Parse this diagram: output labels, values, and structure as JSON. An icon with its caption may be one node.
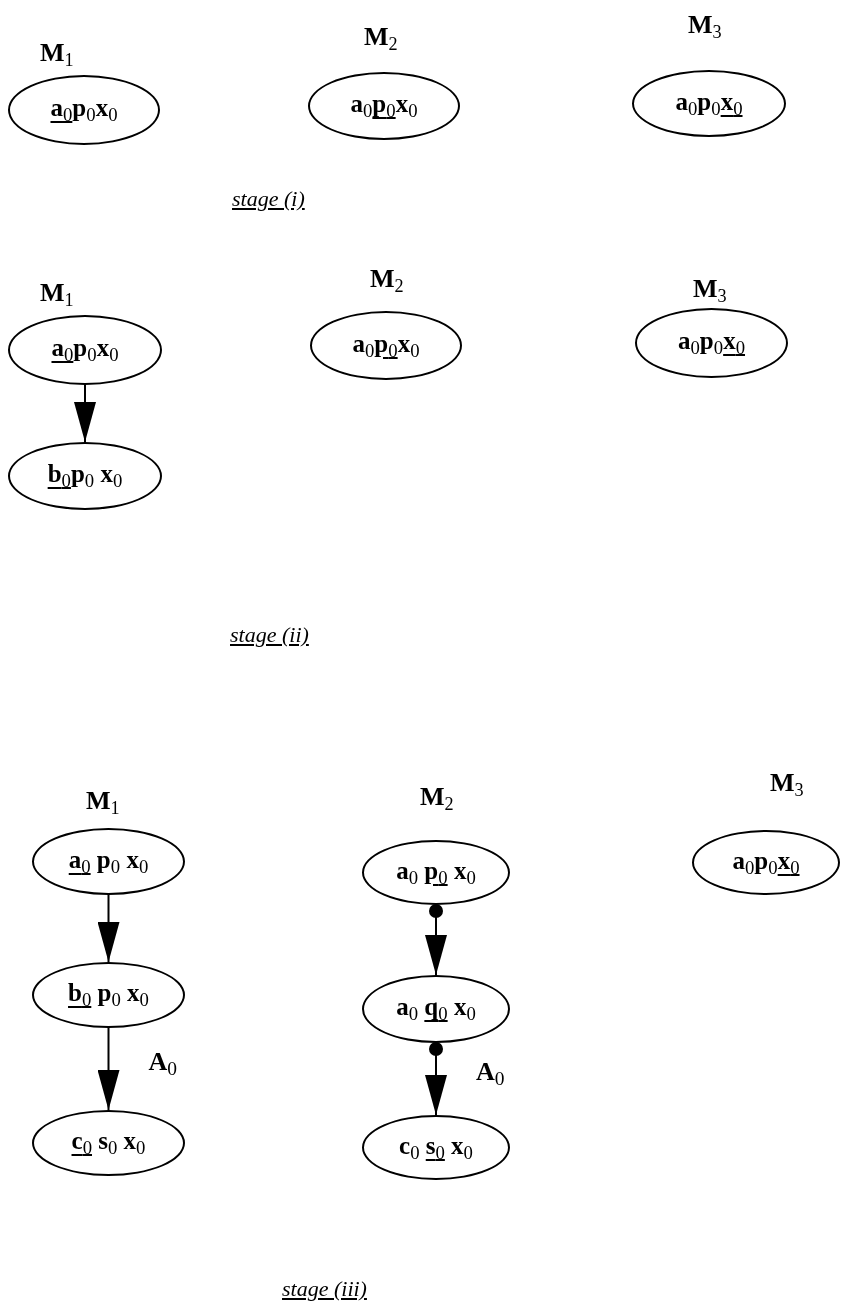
{
  "diagram": {
    "nodes": [
      {
        "text": [
          "M$_{1}$",
          "a$_{0}$p$_{0}$x$_{0}$"
        ]
      },
      {
        "text": [
          "M$_{2}$",
          "a$_{0}$p$_{0}$x$_{0}$"
        ]
      },
      {
        "text": [
          "M$_{3}$",
          "a$_{0}$p$_{0}$x$_{0}$"
        ]
      },
      {
        "text": [
          "M$_{1}$",
          "a$_{0}$p$_{0}$x$_{0}$"
        ]
      },
      {
        "text": [
          "M$_{2}$",
          "a$_{0}$p$_{0}$x$_{0}$"
        ]
      },
      {
        "text": [
          "M$_{3}$",
          "a$_{0}$p$_{0}$x$_{0}$"
        ]
      },
      {
        "text": [
          "b$_{0}$p$_{0}$ x$_{0}$"
        ]
      },
      {
        "text": [
          "M$_{1}$",
          "a$_{0}$ p$_{0}$ x$_{0}$"
        ]
      },
      {
        "text": [
          "M$_{2}$",
          "a$_{0}$ p$_{0}$ x$_{0}$"
        ]
      },
      {
        "text": [
          "M$_{3}$",
          "a$_{0}$p$_{0}$x$_{0}$"
        ]
      },
      {
        "text": [
          "b$_{0}$ p$_{0}$ x$_{0}$"
        ]
      },
      {
        "text": [
          "a$_{0}$ q$_{0}$ x$_{0}$"
        ]
      },
      {
        "text": [
          "c$_{0}$ s$_{0}$ x$_{0}$"
        ]
      },
      {
        "text": [
          "c$_{0}$ s$_{0}$ x$_{0}$"
        ]
      }
    ],
    "edges": [
      {
        "from": 3,
        "to": 6,
        "arrow": "to"
      },
      {
        "from": 7,
        "to": 10,
        "arrow": "to"
      },
      {
        "from": 10,
        "to": 12,
        "arrow": "to",
        "label": "A$_{0}$"
      },
      {
        "from": 8,
        "to": 11,
        "arrow": "to"
      },
      {
        "from": 11,
        "to": 13,
        "arrow": "to",
        "label": "A$_{0}$"
      }
    ],
    "labels": [
      "stage (i)",
      "stage (ii)",
      "stage (iii)"
    ]
  }
}
